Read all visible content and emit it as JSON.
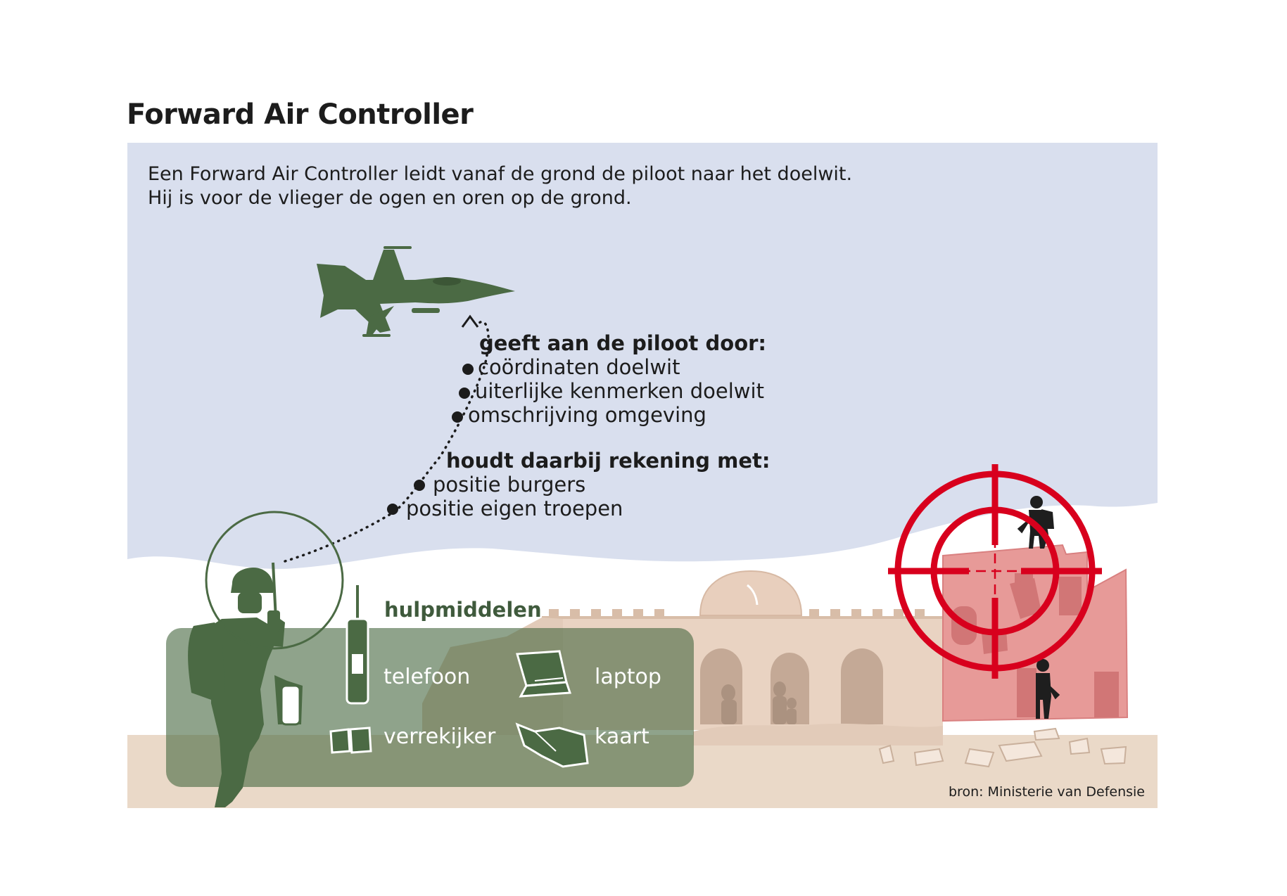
{
  "title": "Forward Air Controller",
  "intro": {
    "line1": "Een Forward Air Controller leidt vanaf de grond de piloot naar het doelwit.",
    "line2": "Hij is voor de vlieger de ogen en oren op de grond."
  },
  "pilot_info": {
    "header": "geeft aan de piloot door:",
    "items": [
      "coördinaten doelwit",
      "uiterlijke kenmerken doelwit",
      "omschrijving omgeving"
    ]
  },
  "considerations": {
    "header": "houdt daarbij rekening met:",
    "items": [
      "positie burgers",
      "positie eigen troepen"
    ]
  },
  "tools": {
    "header": "hulpmiddelen",
    "items": [
      {
        "label": "telefoon",
        "icon": "phone-icon"
      },
      {
        "label": "laptop",
        "icon": "laptop-icon"
      },
      {
        "label": "verrekijker",
        "icon": "binoculars-icon"
      },
      {
        "label": "kaart",
        "icon": "map-icon"
      }
    ]
  },
  "source": "bron: Ministerie van Defensie",
  "colors": {
    "sky": "#d9dfee",
    "ground": "#ead9c8",
    "military_green": "#4b6a44",
    "target_red": "#d8001d",
    "building": "#e8cfbd",
    "text": "#1c1c1c"
  }
}
